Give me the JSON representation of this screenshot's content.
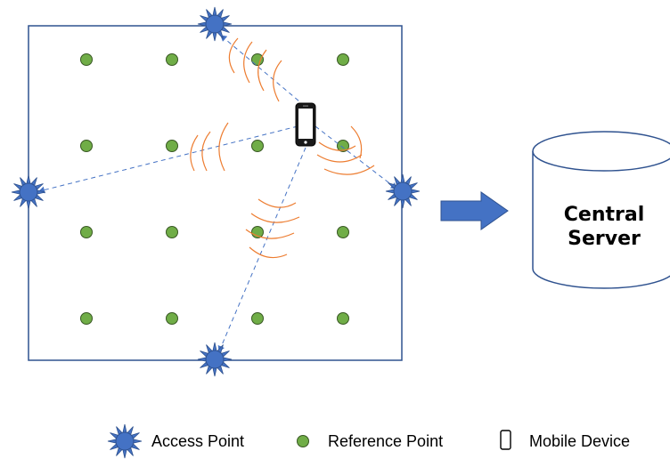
{
  "colors": {
    "room_border": "#2f528f",
    "reference_point_fill": "#70ad47",
    "reference_point_stroke": "#385723",
    "access_point_fill": "#4472c4",
    "access_point_stroke": "#2f528f",
    "signal_arc": "#ed7d31",
    "connection_line": "#4472c4",
    "arrow_fill": "#4472c4",
    "server_stroke": "#2f528f"
  },
  "icons": {
    "access_point": "starburst-icon",
    "reference_point": "green-circle-icon",
    "mobile_device": "smartphone-icon",
    "transfer": "right-arrow-icon",
    "server": "database-cylinder-icon"
  },
  "server": {
    "label_line1": "Central",
    "label_line2": "Server"
  },
  "legend": {
    "access_point": "Access Point",
    "reference_point": "Reference Point",
    "mobile_device": "Mobile Device"
  }
}
